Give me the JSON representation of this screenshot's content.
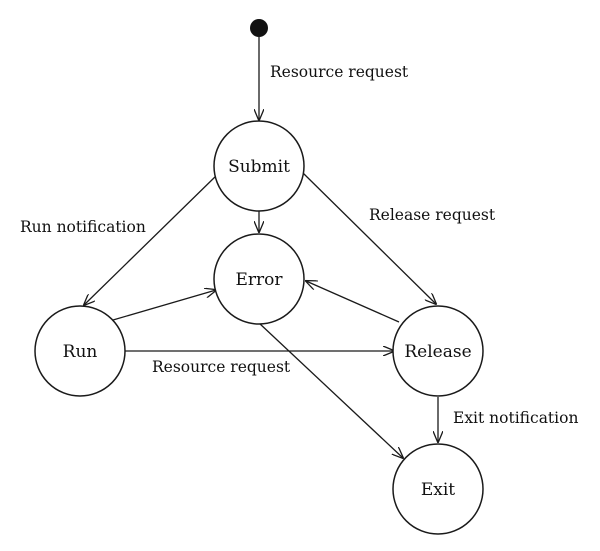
{
  "nodes": {
    "submit": {
      "label": "Submit"
    },
    "error": {
      "label": "Error"
    },
    "run": {
      "label": "Run"
    },
    "release": {
      "label": "Release"
    },
    "exit": {
      "label": "Exit"
    }
  },
  "edges": {
    "start_to_submit": {
      "label": "Resource request"
    },
    "submit_to_run": {
      "label": "Run notification"
    },
    "submit_to_release": {
      "label": "Release request"
    },
    "run_to_release": {
      "label": "Resource request"
    },
    "release_to_exit": {
      "label": "Exit notification"
    }
  }
}
